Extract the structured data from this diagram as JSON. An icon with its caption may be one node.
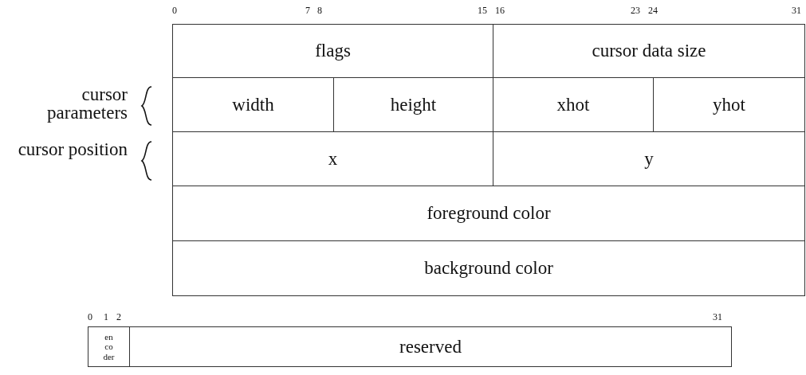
{
  "diagram": {
    "nodes": [
      {
        "text": [
          "flags"
        ]
      },
      {
        "text": [
          "cursor data size"
        ]
      },
      {
        "text": [
          "width"
        ]
      },
      {
        "text": [
          "height"
        ]
      },
      {
        "text": [
          "xhot"
        ]
      },
      {
        "text": [
          "yhot"
        ]
      },
      {
        "text": [
          "x"
        ]
      },
      {
        "text": [
          "y"
        ]
      },
      {
        "text": [
          "foreground color"
        ]
      },
      {
        "text": [
          "background color"
        ]
      },
      {
        "text": [
          "en co der"
        ]
      },
      {
        "text": [
          "reserved"
        ]
      }
    ],
    "labels": [
      "0",
      "7",
      "8",
      "15",
      "16",
      "23",
      "24",
      "31",
      "cursor parameters",
      "cursor position",
      "0",
      "1",
      "2",
      "31"
    ]
  }
}
